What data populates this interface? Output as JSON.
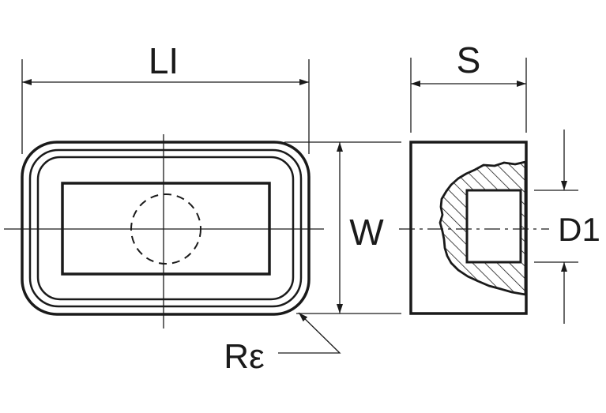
{
  "diagram": {
    "labels": {
      "length": "LI",
      "width": "W",
      "thickness": "S",
      "hole_diameter": "D1",
      "corner_radius": "Rε"
    }
  }
}
